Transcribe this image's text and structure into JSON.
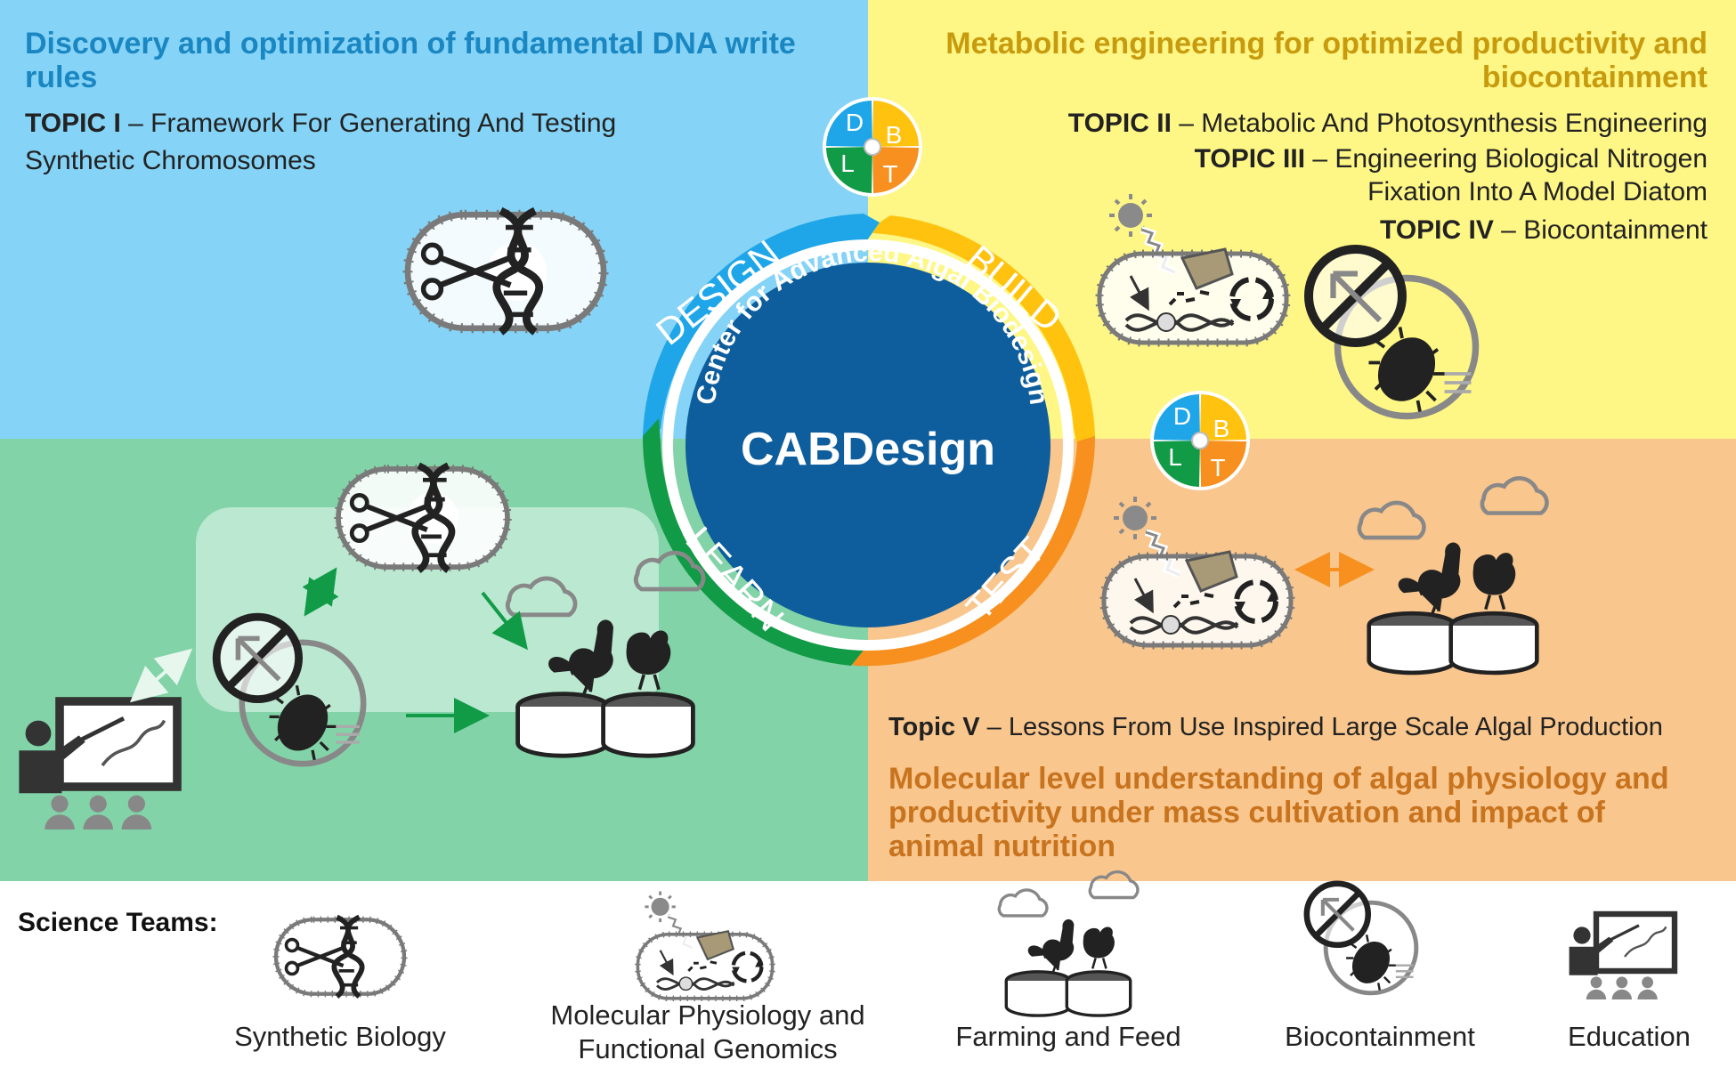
{
  "quadrants": {
    "top_left": {
      "heading": "Discovery and optimization of fundamental  DNA write rules",
      "topics": [
        {
          "label": "TOPIC I",
          "text": "Framework For Generating And Testing Synthetic Chromosomes"
        }
      ]
    },
    "top_right": {
      "heading": "Metabolic engineering for optimized productivity and biocontainment",
      "topics": [
        {
          "label": "TOPIC II",
          "text": "Metabolic And Photosynthesis Engineering"
        },
        {
          "label": "TOPIC III",
          "text": "Engineering Biological Nitrogen Fixation Into A Model Diatom"
        },
        {
          "label": "TOPIC IV",
          "text": "Biocontainment"
        }
      ]
    },
    "bottom_right": {
      "topic": {
        "label": "Topic V",
        "text": "Lessons From Use Inspired Large Scale Algal Production"
      },
      "heading": "Molecular level understanding of algal physiology and productivity under mass cultivation and impact of animal nutrition"
    }
  },
  "center": {
    "name": "CABDesign",
    "arc_text": "Center for Advanced Algal Biodesign",
    "cycle": [
      "DESIGN",
      "BUILD",
      "TEST",
      "LEARN"
    ],
    "mini_cycle_letters": [
      "D",
      "B",
      "T",
      "L"
    ]
  },
  "colors": {
    "design": "#1ea6e8",
    "build": "#fec20f",
    "test": "#f7901e",
    "learn": "#119b47",
    "center": "#0e5d9c"
  },
  "science_teams": {
    "label": "Science Teams:",
    "teams": [
      {
        "name": "Synthetic Biology",
        "icon": "dna-scissors-icon"
      },
      {
        "name": "Molecular Physiology and Functional Genomics",
        "icon": "cell-photosynthesis-icon"
      },
      {
        "name": "Farming and Feed",
        "icon": "farm-feed-icon"
      },
      {
        "name": "Biocontainment",
        "icon": "biocontainment-icon"
      },
      {
        "name": "Education",
        "icon": "teacher-icon"
      }
    ]
  }
}
